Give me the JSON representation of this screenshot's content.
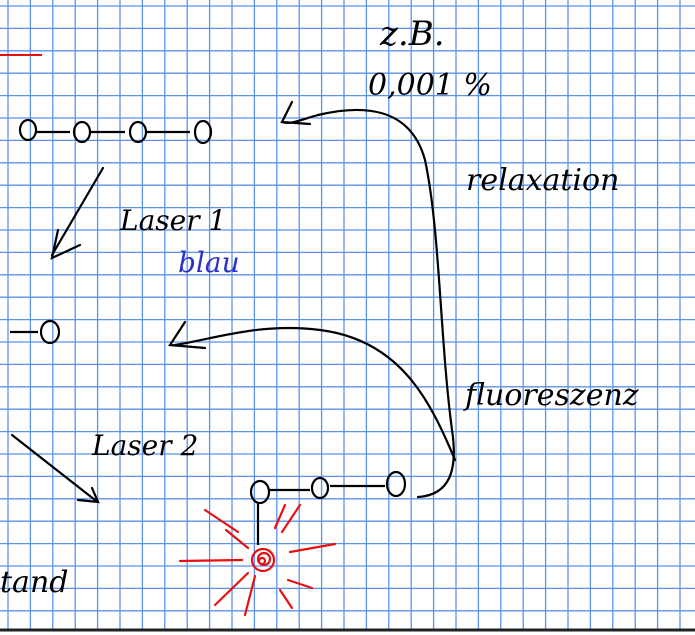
{
  "notes": {
    "example_label": "z.B.",
    "percentage": "0,001 %",
    "relaxation": "relaxation",
    "laser1": "Laser 1",
    "blue": "blau",
    "fluorescence": "fluoreszenz",
    "laser2": "Laser 2",
    "partial_word": "tand"
  },
  "colors": {
    "background": "#ffffff",
    "grid": "#4a86e8",
    "ink": "#000000",
    "blue_ink": "#2b32c8",
    "red_ink": "#e81010"
  }
}
